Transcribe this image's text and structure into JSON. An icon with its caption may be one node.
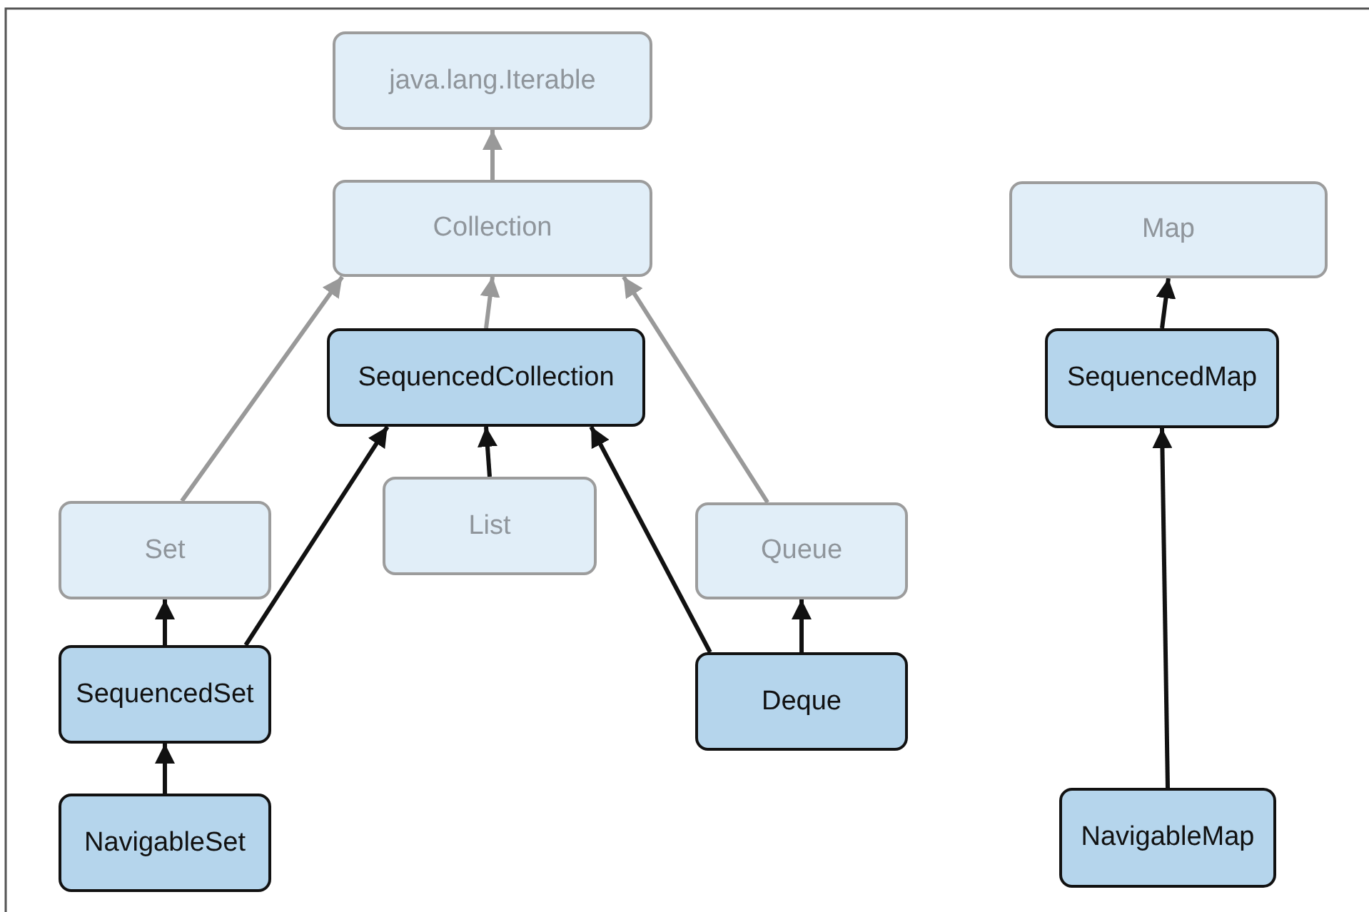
{
  "diagram": {
    "nodes": [
      {
        "text": [
          "java.lang.Iterable"
        ]
      },
      {
        "text": [
          "Collection"
        ]
      },
      {
        "text": [
          "Map"
        ]
      },
      {
        "text": [
          "SequencedCollection"
        ]
      },
      {
        "text": [
          "SequencedMap"
        ]
      },
      {
        "text": [
          "List"
        ]
      },
      {
        "text": [
          "Set"
        ]
      },
      {
        "text": [
          "Queue"
        ]
      },
      {
        "text": [
          "SequencedSet"
        ]
      },
      {
        "text": [
          "Deque"
        ]
      },
      {
        "text": [
          "NavigableSet"
        ]
      },
      {
        "text": [
          "NavigableMap"
        ]
      }
    ],
    "edges": [
      {
        "from": 1,
        "to": 0,
        "arrow": "to",
        "color": "#999999"
      },
      {
        "from": 3,
        "to": 1,
        "arrow": "to",
        "color": "#999999"
      },
      {
        "from": 6,
        "to": 1,
        "arrow": "to",
        "color": "#999999"
      },
      {
        "from": 7,
        "to": 1,
        "arrow": "to",
        "color": "#999999"
      },
      {
        "from": 5,
        "to": 3,
        "arrow": "to"
      },
      {
        "from": 8,
        "to": 3,
        "arrow": "to"
      },
      {
        "from": 9,
        "to": 3,
        "arrow": "to"
      },
      {
        "from": 8,
        "to": 6,
        "arrow": "to"
      },
      {
        "from": 10,
        "to": 8,
        "arrow": "to"
      },
      {
        "from": 9,
        "to": 7,
        "arrow": "to"
      },
      {
        "from": 4,
        "to": 2,
        "arrow": "to"
      },
      {
        "from": 11,
        "to": 4,
        "arrow": "to"
      }
    ]
  }
}
